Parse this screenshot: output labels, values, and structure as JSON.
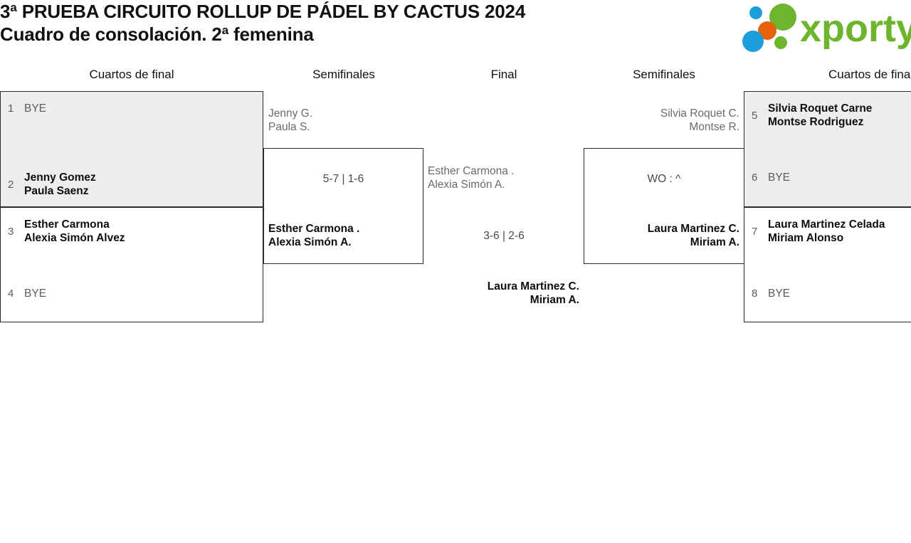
{
  "header": {
    "title_line1": "3ª PRUEBA CIRCUITO ROLLUP DE PÁDEL BY CACTUS 2024",
    "title_line2": "Cuadro de consolación. 2ª femenina",
    "logo_text": "xporty",
    "logo_colors": {
      "green": "#6cb52d",
      "blue": "#1b9dd9",
      "orange": "#e8620c"
    }
  },
  "rounds": [
    {
      "label": "Cuartos de final"
    },
    {
      "label": "Semifinales"
    },
    {
      "label": "Final"
    },
    {
      "label": "Semifinales"
    },
    {
      "label": "Cuartos de final"
    }
  ],
  "bracket": {
    "left_quarters": [
      {
        "top": {
          "seed": "1",
          "lines": [
            "BYE"
          ],
          "state": "bye"
        },
        "bottom": {
          "seed": "2",
          "lines": [
            "Jenny Gomez",
            "Paula Saenz"
          ],
          "state": "win"
        },
        "shaded": true
      },
      {
        "top": {
          "seed": "3",
          "lines": [
            "Esther Carmona",
            "Alexia Simón Alvez"
          ],
          "state": "win"
        },
        "bottom": {
          "seed": "4",
          "lines": [
            "BYE"
          ],
          "state": "bye"
        },
        "shaded": false
      }
    ],
    "right_quarters": [
      {
        "top": {
          "seed": "5",
          "lines": [
            "Silvia Roquet Carne",
            "Montse Rodriguez"
          ],
          "state": "win"
        },
        "bottom": {
          "seed": "6",
          "lines": [
            "BYE"
          ],
          "state": "bye"
        },
        "shaded": true
      },
      {
        "top": {
          "seed": "7",
          "lines": [
            "Laura Martinez Celada",
            "Miriam Alonso"
          ],
          "state": "win"
        },
        "bottom": {
          "seed": "8",
          "lines": [
            "BYE"
          ],
          "state": "bye"
        },
        "shaded": false
      }
    ],
    "left_semifinal": {
      "top": {
        "lines": [
          "Jenny G.",
          "Paula S."
        ],
        "state": "lose"
      },
      "bottom": {
        "lines": [
          "Esther Carmona .",
          "Alexia Simón A."
        ],
        "state": "win"
      },
      "score": "5-7 | 1-6"
    },
    "right_semifinal": {
      "top": {
        "lines": [
          "Silvia Roquet C.",
          "Montse R."
        ],
        "state": "lose"
      },
      "bottom": {
        "lines": [
          "Laura Martinez C.",
          "Miriam A."
        ],
        "state": "win"
      },
      "score": "WO : ^"
    },
    "final": {
      "top": {
        "lines": [
          "Esther Carmona .",
          "Alexia Simón A."
        ],
        "state": "lose"
      },
      "bottom": {
        "lines": [
          "Laura Martinez C.",
          "Miriam A."
        ],
        "state": "win"
      },
      "score": "3-6 | 2-6"
    }
  }
}
